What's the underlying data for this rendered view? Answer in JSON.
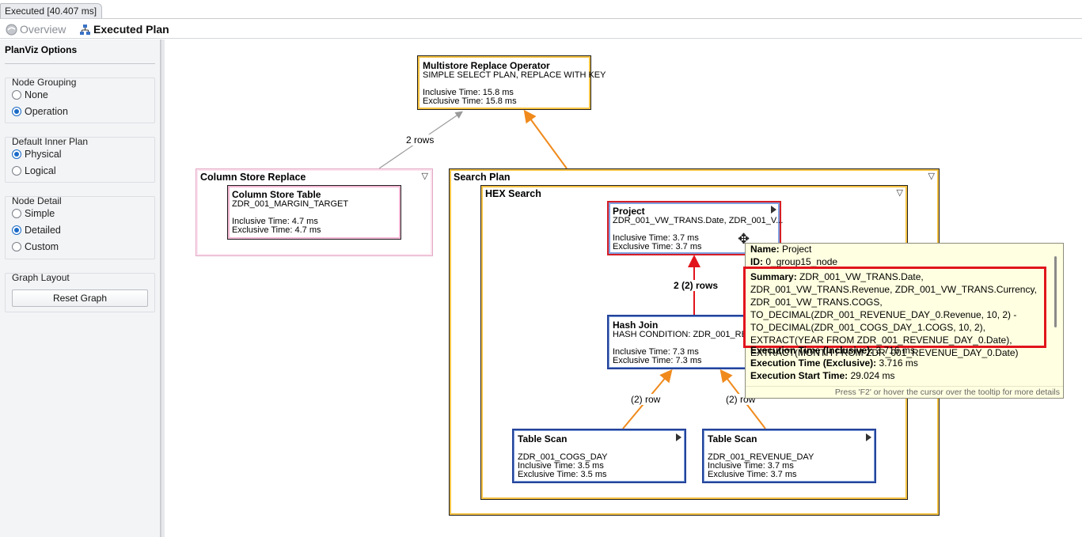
{
  "tab": {
    "label": "Executed [40.407 ms]"
  },
  "views": {
    "overview": "Overview",
    "executed_plan": "Executed Plan"
  },
  "options": {
    "title": "PlanViz Options",
    "node_grouping": {
      "label": "Node Grouping",
      "items": [
        "None",
        "Operation"
      ],
      "selected": "Operation"
    },
    "default_inner_plan": {
      "label": "Default Inner Plan",
      "items": [
        "Physical",
        "Logical"
      ],
      "selected": "Physical"
    },
    "node_detail": {
      "label": "Node Detail",
      "items": [
        "Simple",
        "Detailed",
        "Custom"
      ],
      "selected": "Detailed"
    },
    "graph_layout": {
      "label": "Graph Layout",
      "reset_button": "Reset Graph"
    }
  },
  "graph": {
    "multistore": {
      "title": "Multistore Replace Operator",
      "detail": "SIMPLE SELECT PLAN, REPLACE WITH KEY",
      "inclusive": "Inclusive Time: 15.8 ms",
      "exclusive": "Exclusive Time: 15.8 ms"
    },
    "edge_left_label": "2 rows",
    "column_store_replace": {
      "title": "Column Store Replace"
    },
    "column_store_table": {
      "title": "Column Store Table",
      "detail": "ZDR_001_MARGIN_TARGET",
      "inclusive": "Inclusive Time: 4.7 ms",
      "exclusive": "Exclusive Time: 4.7 ms"
    },
    "search_plan": {
      "title": "Search Plan"
    },
    "hex_search": {
      "title": "HEX Search"
    },
    "project": {
      "title": "Project",
      "detail": "ZDR_001_VW_TRANS.Date, ZDR_001_V...",
      "inclusive": "Inclusive Time: 3.7 ms",
      "exclusive": "Exclusive Time: 3.7 ms"
    },
    "edge_project_label": "2 (2) rows",
    "hash_join": {
      "title": "Hash Join",
      "detail": "HASH CONDITION: ZDR_001_REV",
      "inclusive": "Inclusive Time: 7.3 ms",
      "exclusive": "Exclusive Time: 7.3 ms"
    },
    "edge_left_scan_label": "(2) row",
    "edge_right_scan_label": "(2) row",
    "scan_cogs": {
      "title": "Table Scan",
      "detail": "ZDR_001_COGS_DAY",
      "inclusive": "Inclusive Time: 3.5 ms",
      "exclusive": "Exclusive Time: 3.5 ms"
    },
    "scan_revenue": {
      "title": "Table Scan",
      "detail": "ZDR_001_REVENUE_DAY",
      "inclusive": "Inclusive Time: 3.7 ms",
      "exclusive": "Exclusive Time: 3.7 ms"
    }
  },
  "tooltip": {
    "name_key": "Name:",
    "name_val": "Project",
    "id_key": "ID:",
    "id_val": "0_group15_node",
    "summary_key": "Summary:",
    "summary_val": "ZDR_001_VW_TRANS.Date, ZDR_001_VW_TRANS.Revenue, ZDR_001_VW_TRANS.Currency, ZDR_001_VW_TRANS.COGS, TO_DECIMAL(ZDR_001_REVENUE_DAY_0.Revenue, 10, 2) - TO_DECIMAL(ZDR_001_COGS_DAY_1.COGS, 10, 2), EXTRACT(YEAR FROM ZDR_001_REVENUE_DAY_0.Date), EXTRACT(MONTH FROM ZDR_001_REVENUE_DAY_0.Date)",
    "exec_incl_key": "Execution Time (Inclusive):",
    "exec_incl_val": "3.716 ms",
    "exec_excl_key": "Execution Time (Exclusive):",
    "exec_excl_val": "3.716 ms",
    "exec_start_key": "Execution Start Time:",
    "exec_start_val": "29.024 ms",
    "hint": "Press 'F2' or hover the cursor over the tooltip for more details"
  },
  "colors": {
    "edge_orange": "#f08a1c",
    "edge_red": "#e1141c",
    "edge_gray": "#9a9a9a",
    "accent_blue": "#1a6bc7"
  }
}
